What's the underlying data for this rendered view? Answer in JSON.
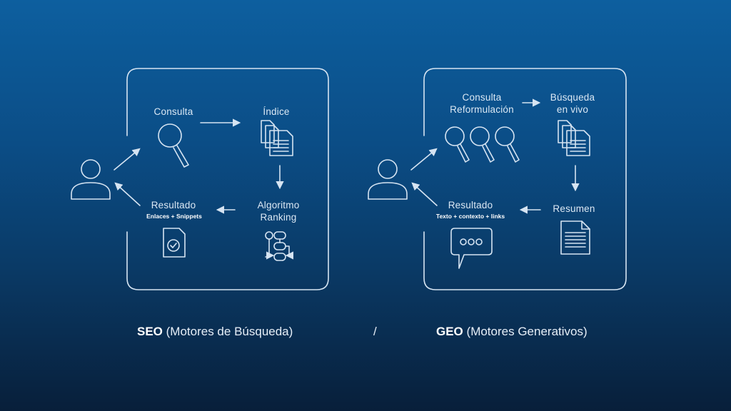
{
  "seo": {
    "query": "Consulta",
    "index": "Índice",
    "algorithm_line1": "Algoritmo",
    "algorithm_line2": "Ranking",
    "result": "Resultado",
    "result_sub": "Enlaces + Snippets",
    "caption_bold": "SEO",
    "caption_rest": "(Motores de Búsqueda)"
  },
  "geo": {
    "query_line1": "Consulta",
    "query_line2": "Reformulación",
    "search_line1": "Búsqueda",
    "search_line2": "en vivo",
    "summary": "Resumen",
    "result": "Resultado",
    "result_sub": "Texto + contexto + links",
    "caption_bold": "GEO",
    "caption_rest": "(Motores Generativos)"
  },
  "separator": "/",
  "colors": {
    "line": "#d6e4f2",
    "bg_top": "#0d5f9f",
    "bg_bottom": "#081f3a"
  },
  "icons": [
    "user-icon",
    "magnifier-icon",
    "documents-icon",
    "flowchart-icon",
    "check-document-icon",
    "chat-bubble-icon",
    "text-document-icon"
  ]
}
